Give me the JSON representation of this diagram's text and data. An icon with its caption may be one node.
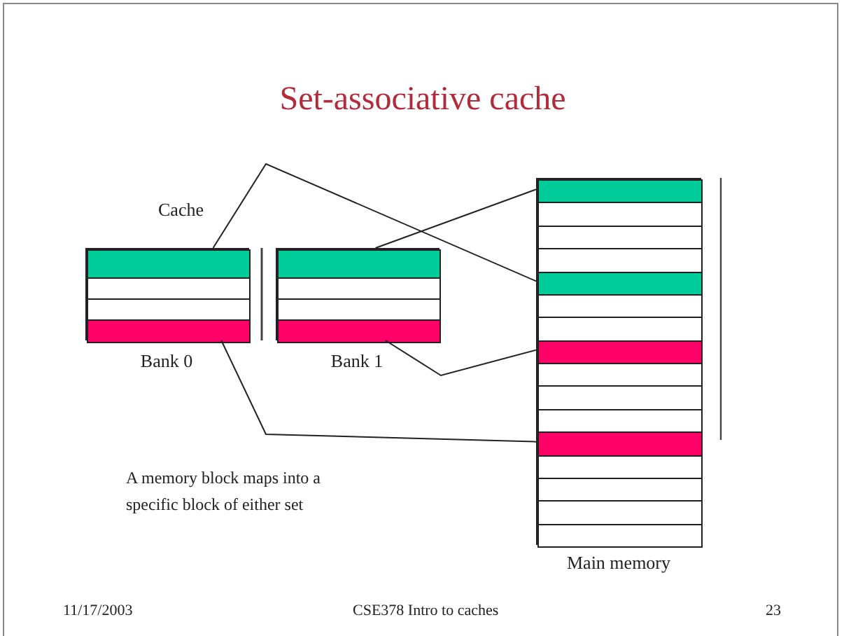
{
  "diagram": {
    "title": "Set-associative cache",
    "nodes": [
      {
        "text": [],
        "shape": "box",
        "beside": [
          "Bank 0"
        ]
      },
      {
        "text": [],
        "shape": "box",
        "in": 0
      },
      {
        "text": [],
        "shape": "box",
        "in": 0
      },
      {
        "text": [],
        "shape": "box",
        "in": 0
      },
      {
        "text": [],
        "shape": "box",
        "in": 0
      },
      {
        "text": [],
        "shape": "box",
        "beside": [
          "Bank 1"
        ]
      },
      {
        "text": [],
        "shape": "box",
        "in": 5
      },
      {
        "text": [],
        "shape": "box",
        "in": 5
      },
      {
        "text": [],
        "shape": "box",
        "in": 5
      },
      {
        "text": [],
        "shape": "box",
        "in": 5
      },
      {
        "text": [],
        "shape": "box",
        "beside": [
          "Main memory"
        ]
      },
      {
        "text": [],
        "shape": "box",
        "in": 10
      },
      {
        "text": [],
        "shape": "box",
        "in": 10
      },
      {
        "text": [],
        "shape": "box",
        "in": 10
      },
      {
        "text": [],
        "shape": "box",
        "in": 10
      },
      {
        "text": [],
        "shape": "box",
        "in": 10
      },
      {
        "text": [],
        "shape": "box",
        "in": 10
      },
      {
        "text": [],
        "shape": "box",
        "in": 10
      },
      {
        "text": [],
        "shape": "box",
        "in": 10
      },
      {
        "text": [],
        "shape": "box",
        "in": 10
      },
      {
        "text": [],
        "shape": "box",
        "in": 10
      },
      {
        "text": [],
        "shape": "box",
        "in": 10
      },
      {
        "text": [],
        "shape": "box",
        "in": 10
      },
      {
        "text": [],
        "shape": "box",
        "in": 10
      },
      {
        "text": [],
        "shape": "box",
        "in": 10
      },
      {
        "text": [],
        "shape": "box",
        "in": 10
      },
      {
        "text": [],
        "shape": "box",
        "in": 10
      }
    ],
    "edges": [
      {
        "from": 1,
        "to": 15,
        "arrow": "none"
      },
      {
        "from": 6,
        "to": 11,
        "arrow": "none"
      },
      {
        "from": 9,
        "to": 18,
        "arrow": "none"
      },
      {
        "from": 4,
        "to": 22,
        "arrow": "none"
      }
    ],
    "labels": [
      "Cache",
      "A memory block maps into a specific block of either set",
      "11/17/2003",
      "CSE378 Intro to caches",
      "23"
    ]
  }
}
